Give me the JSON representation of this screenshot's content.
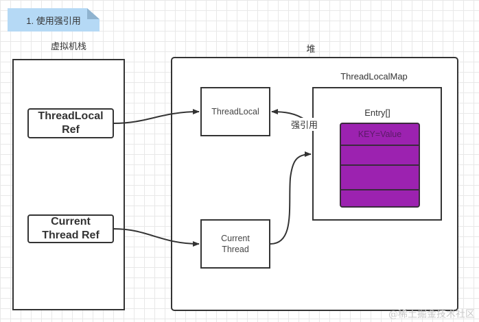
{
  "title_note": {
    "text": "1. 使用强引用",
    "color": "#b5d9f5"
  },
  "stack": {
    "label": "虚拟机栈",
    "refs": [
      {
        "line1": "ThreadLocal",
        "line2": "Ref"
      },
      {
        "line1": "Current",
        "line2": "Thread Ref"
      }
    ]
  },
  "heap": {
    "label": "堆",
    "thread_local": "ThreadLocal",
    "current_thread": {
      "line1": "Current",
      "line2": "Thread"
    },
    "map": {
      "label": "ThreadLocalMap",
      "entry_label": "Entry[]",
      "entries": [
        "KEY=Value",
        "",
        "",
        ""
      ],
      "entry_color": "#9c22b0"
    }
  },
  "edges": {
    "strong_ref_label": "强引用"
  },
  "watermark": "@稀土掘金技术社区"
}
